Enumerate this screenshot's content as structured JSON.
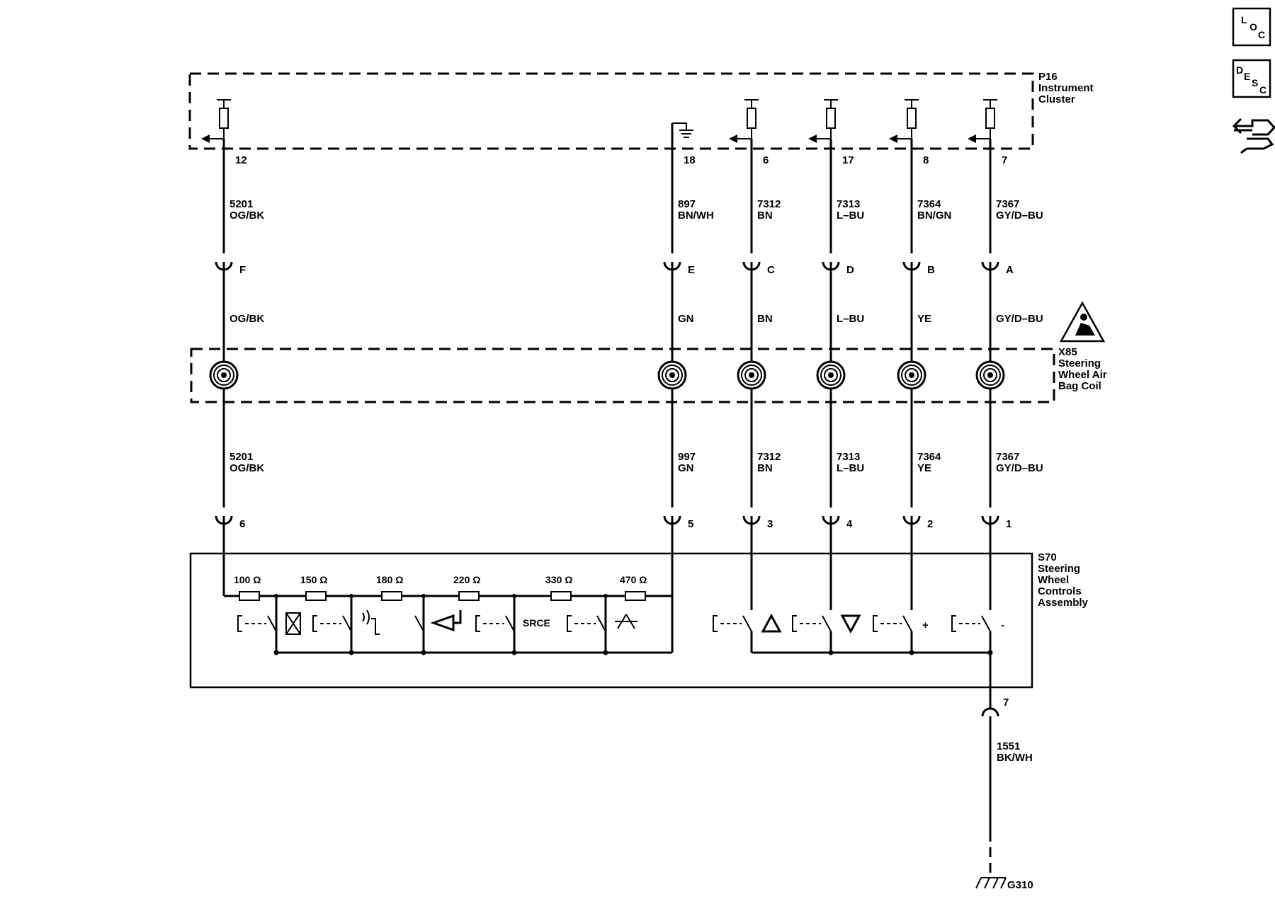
{
  "nav": {
    "loc_icon": "loc-icon",
    "desc_icon": "desc-icon",
    "connector_icon": "connector-end-view-icon",
    "loc_letters": [
      "L",
      "O",
      "C"
    ],
    "desc_letters": [
      "D",
      "E",
      "S",
      "C"
    ]
  },
  "components": {
    "cluster": {
      "id": "P16",
      "name_line1": "Instrument",
      "name_line2": "Cluster"
    },
    "coil": {
      "id": "X85",
      "name_line1": "Steering",
      "name_line2": "Wheel Air",
      "name_line3": "Bag Coil"
    },
    "controls": {
      "id": "S70",
      "name_line1": "Steering",
      "name_line2": "Wheel",
      "name_line3": "Controls",
      "name_line4": "Assembly"
    },
    "ground": {
      "id": "G310"
    }
  },
  "circuits": [
    {
      "pin_top": "12",
      "circuit_top": "5201",
      "color_top": "OG/BK",
      "conn_mid": "F",
      "color_mid": "OG/BK",
      "circuit_bot": "5201",
      "color_bot": "OG/BK",
      "pin_bot": "6"
    },
    {
      "pin_top": "18",
      "circuit_top": "897",
      "color_top": "BN/WH",
      "conn_mid": "E",
      "color_mid": "GN",
      "circuit_bot": "997",
      "color_bot": "GN",
      "pin_bot": "5"
    },
    {
      "pin_top": "6",
      "circuit_top": "7312",
      "color_top": "BN",
      "conn_mid": "C",
      "color_mid": "BN",
      "circuit_bot": "7312",
      "color_bot": "BN",
      "pin_bot": "3"
    },
    {
      "pin_top": "17",
      "circuit_top": "7313",
      "color_top": "L–BU",
      "conn_mid": "D",
      "color_mid": "L–BU",
      "circuit_bot": "7313",
      "color_bot": "L–BU",
      "pin_bot": "4"
    },
    {
      "pin_top": "8",
      "circuit_top": "7364",
      "color_top": "BN/GN",
      "conn_mid": "B",
      "color_mid": "YE",
      "circuit_bot": "7364",
      "color_bot": "YE",
      "pin_bot": "2"
    },
    {
      "pin_top": "7",
      "circuit_top": "7367",
      "color_top": "GY/D–BU",
      "conn_mid": "A",
      "color_mid": "GY/D–BU",
      "circuit_bot": "7367",
      "color_bot": "GY/D–BU",
      "pin_bot": "1"
    }
  ],
  "ground_circuit": {
    "pin": "7",
    "circuit": "1551",
    "color": "BK/WH"
  },
  "resistors": [
    "100 Ω",
    "150 Ω",
    "180 Ω",
    "220 Ω",
    "330 Ω",
    "470 Ω"
  ],
  "switch_labels": {
    "source": "SRCE",
    "plus": "+",
    "minus": "-"
  }
}
